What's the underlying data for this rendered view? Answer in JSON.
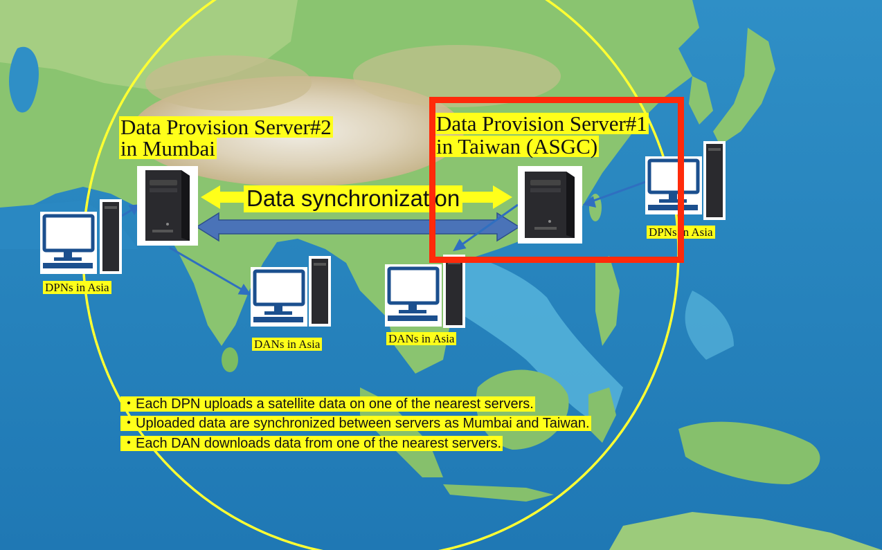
{
  "servers": {
    "mumbai": {
      "line1": "Data Provision Server#2",
      "line2": "in Mumbai"
    },
    "taiwan": {
      "line1": "Data Provision Server#1",
      "line2": "in Taiwan (ASGC)"
    }
  },
  "sync_label": "Data synchronization",
  "labels": {
    "dpn_left": "DPNs in Asia",
    "dpn_right": "DPNs in Asia",
    "dan_center": "DANs in Asia",
    "dan_right": "DANs in Asia"
  },
  "bullets": [
    "・Each DPN uploads a satellite data on one of the nearest servers.",
    "・Uploaded data are synchronized between servers as Mumbai and Taiwan.",
    "・Each DAN downloads data from one of the nearest servers."
  ],
  "colors": {
    "highlight": "#ffff1a",
    "callout_border": "#ff2a0a",
    "circle": "#ffff33",
    "sync_arrow": "#4a73b8",
    "link_arrow": "#2f6fc0"
  }
}
